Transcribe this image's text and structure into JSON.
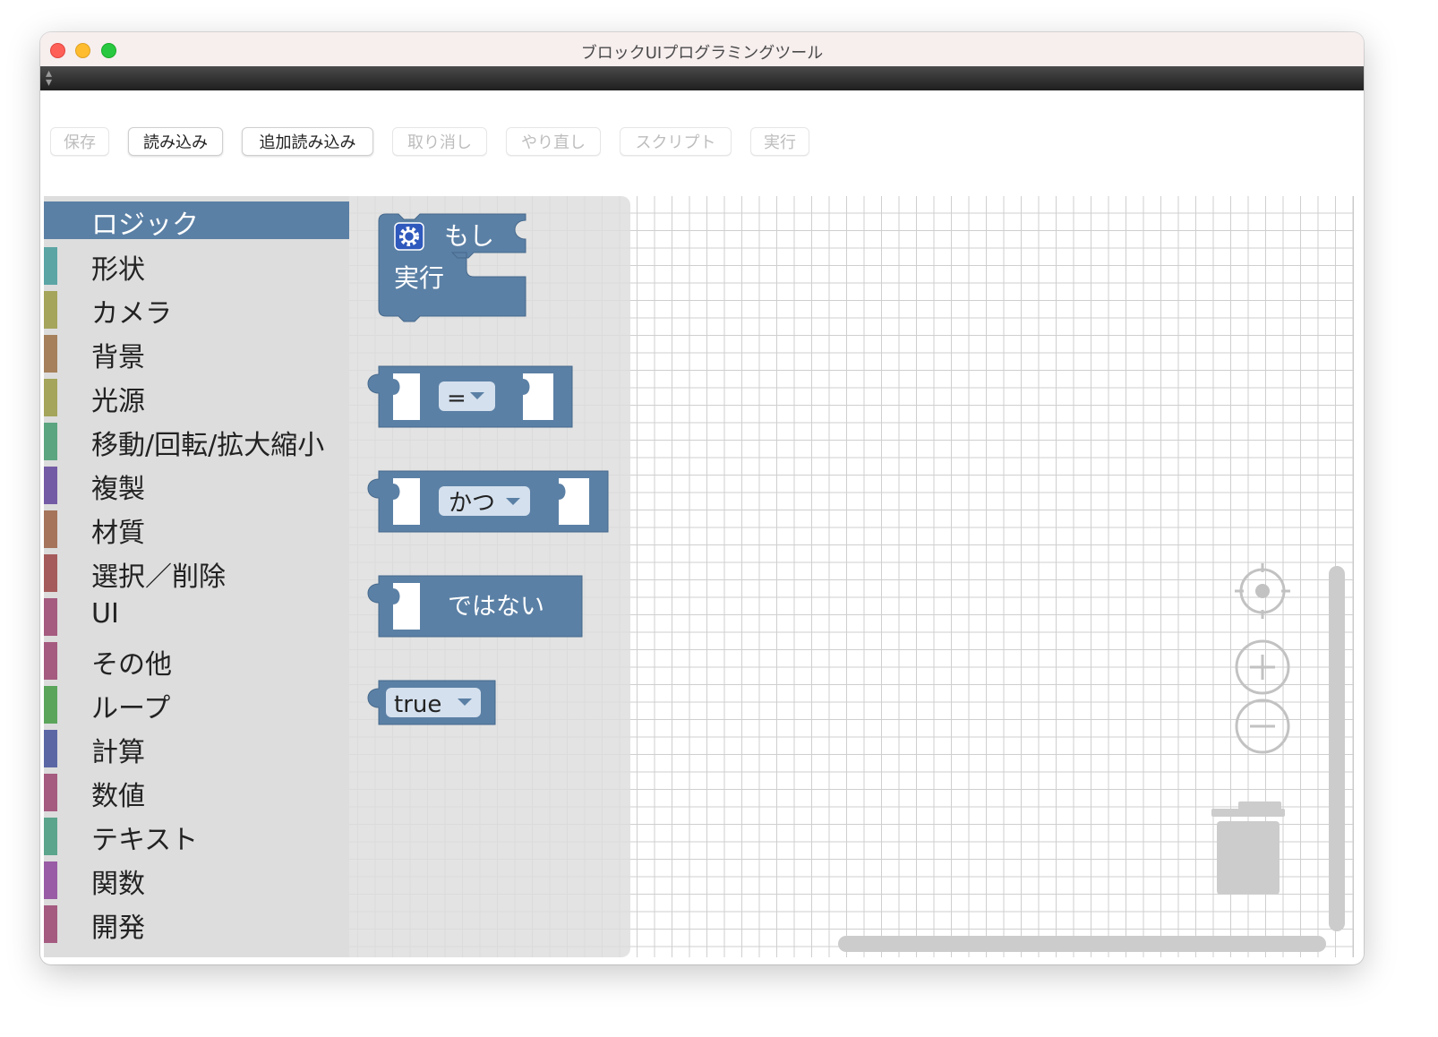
{
  "window": {
    "title": "ブロックUIプログラミングツール"
  },
  "toolbar": {
    "buttons": [
      {
        "label": "保存",
        "enabled": false
      },
      {
        "label": "読み込み",
        "enabled": true
      },
      {
        "label": "追加読み込み",
        "enabled": true
      },
      {
        "label": "取り消し",
        "enabled": false
      },
      {
        "label": "やり直し",
        "enabled": false
      },
      {
        "label": "スクリプト",
        "enabled": false
      },
      {
        "label": "実行",
        "enabled": false
      }
    ]
  },
  "toolbox": {
    "selected": "ロジック",
    "categories": [
      {
        "label": "ロジック",
        "color": "#5b80a5"
      },
      {
        "label": "形状",
        "color": "#5ba5a5"
      },
      {
        "label": "カメラ",
        "color": "#a5a55b"
      },
      {
        "label": "背景",
        "color": "#a5805b"
      },
      {
        "label": "光源",
        "color": "#a5a55b"
      },
      {
        "label": "移動/回転/拡大縮小",
        "color": "#5ba580"
      },
      {
        "label": "複製",
        "color": "#745ba5"
      },
      {
        "label": "材質",
        "color": "#a5745b"
      },
      {
        "label": "選択／削除",
        "color": "#a55b5b"
      },
      {
        "label": "UI",
        "color": "#a55b80"
      },
      {
        "label": "その他",
        "color": "#a55b80"
      },
      {
        "label": "ループ",
        "color": "#5ba55b"
      },
      {
        "label": "計算",
        "color": "#5b67a5"
      },
      {
        "label": "数値",
        "color": "#a55b80"
      },
      {
        "label": "テキスト",
        "color": "#5ba58c"
      },
      {
        "label": "関数",
        "color": "#995ba5"
      },
      {
        "label": "開発",
        "color": "#a55b80"
      }
    ]
  },
  "flyout": {
    "block_color": "#5b80a5",
    "blocks": {
      "if": {
        "label_if": "もし",
        "label_do": "実行",
        "icon": "gear-icon"
      },
      "compare": {
        "operator": "="
      },
      "operation": {
        "operator": "かつ"
      },
      "negate": {
        "label": "ではない"
      },
      "boolean": {
        "value": "true"
      }
    }
  },
  "workspace_controls": {
    "recenter": "crosshair-icon",
    "zoom_in": "plus-icon",
    "zoom_out": "minus-icon",
    "trash": "trash-icon"
  }
}
